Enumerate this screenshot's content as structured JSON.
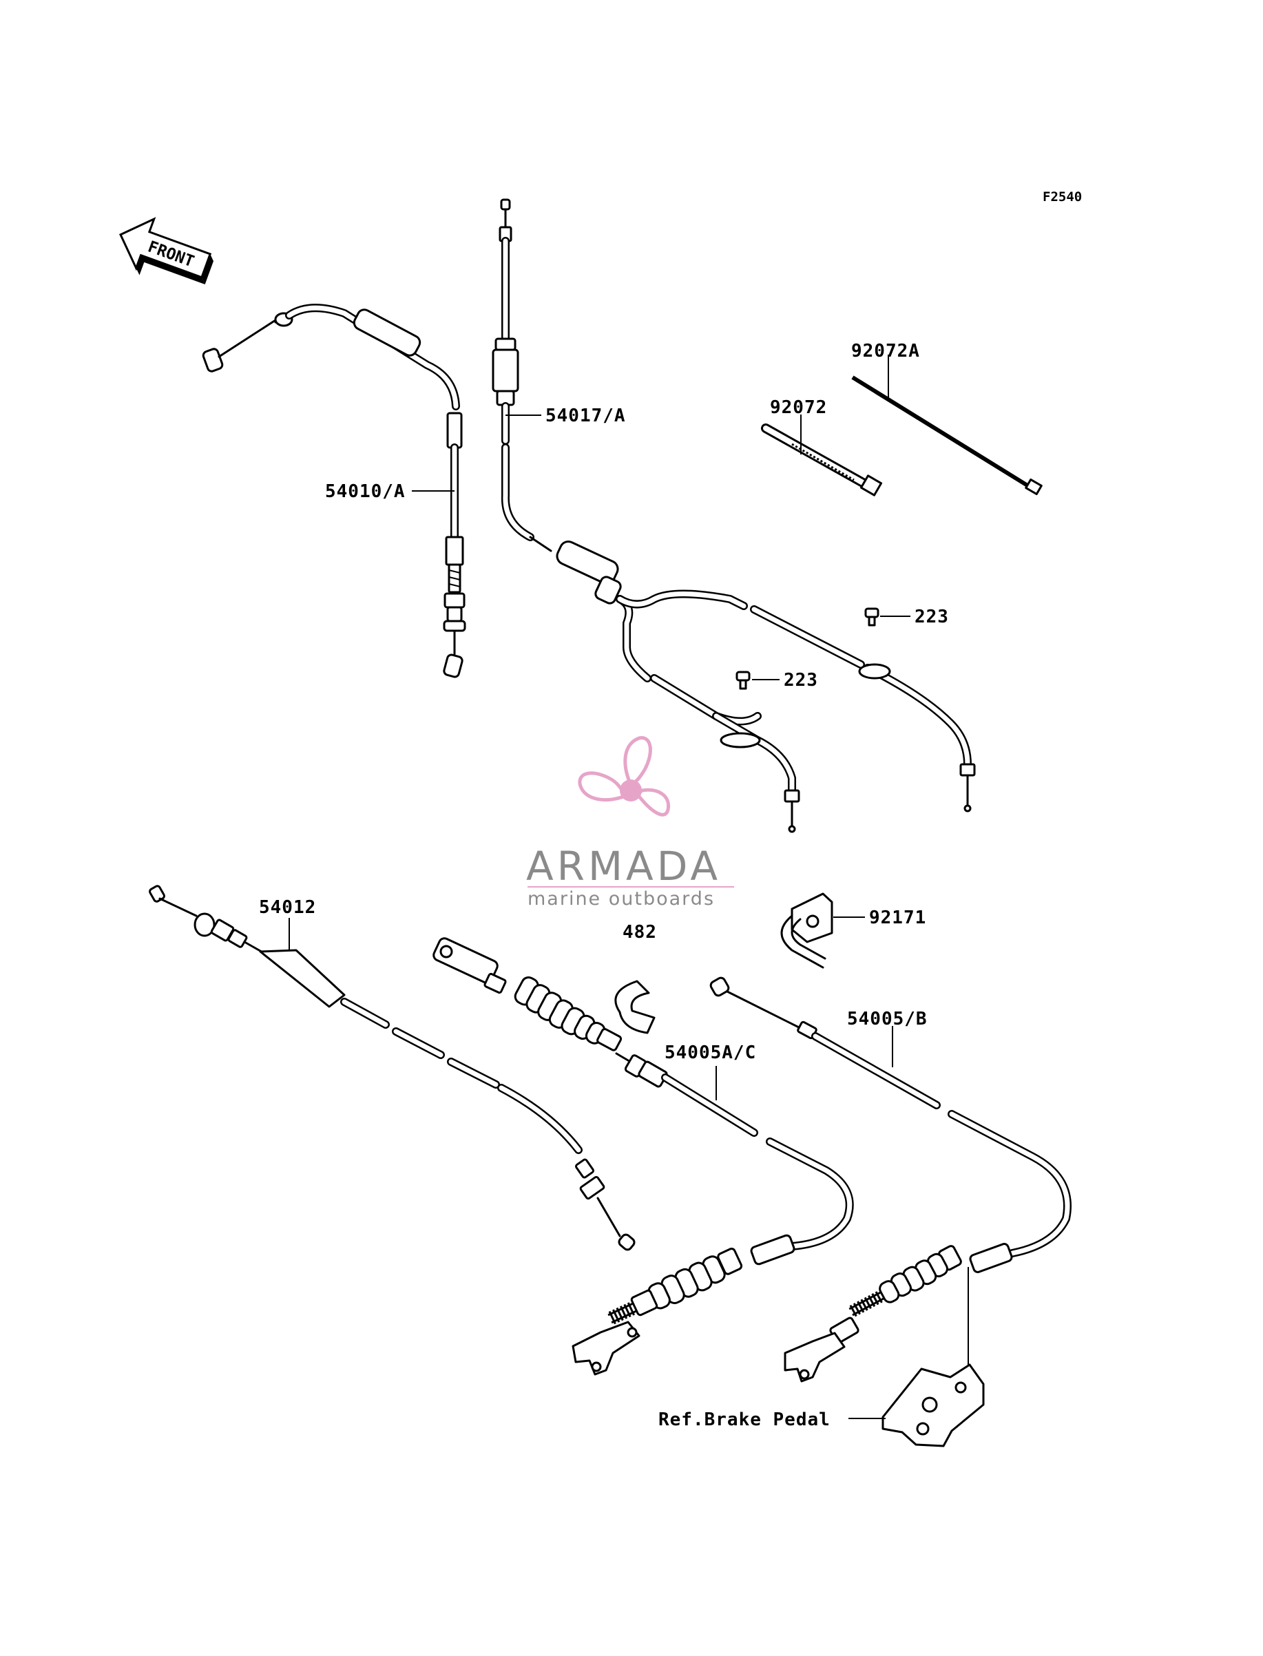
{
  "figure_code": "F2540",
  "front_arrow_label": "FRONT",
  "watermark": {
    "name": "ARMADA",
    "tagline": "marine outboards",
    "logo_color": "#e6a5c8",
    "text_color": "#8a8a8a"
  },
  "callouts": {
    "throttle_cable": "54010/A",
    "choke_cable": "54017/A",
    "band_large": "92072A",
    "band": "92072",
    "bolt_upper": "223",
    "bolt_lower": "223",
    "speedo_cable": "54012",
    "snap_ring": "482",
    "bracket": "92171",
    "brake_cable_left": "54005A/C",
    "brake_cable_right": "54005/B",
    "ref_brake_pedal": "Ref.Brake Pedal"
  },
  "icons": {
    "front_arrow": "front-arrow-icon",
    "logo": "propeller-logo-icon"
  }
}
